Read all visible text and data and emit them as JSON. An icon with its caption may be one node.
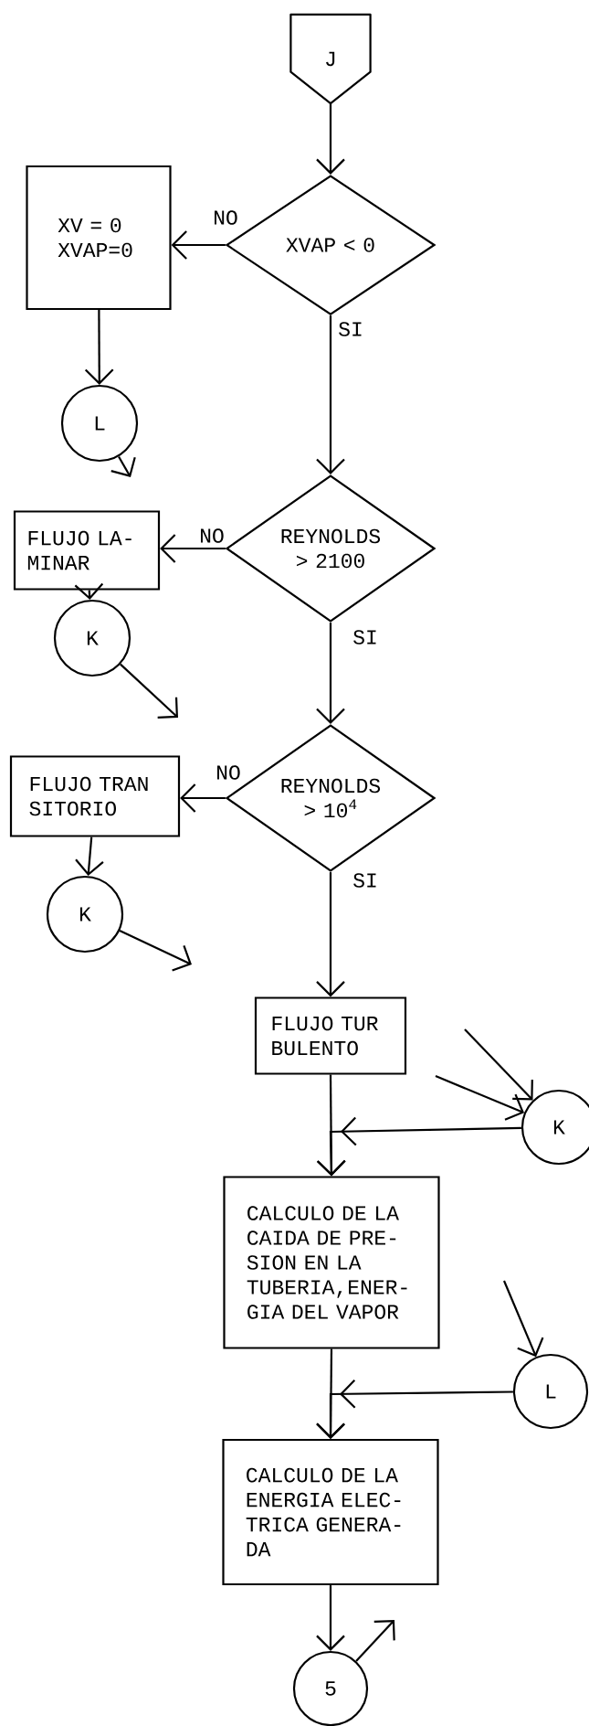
{
  "diagram": {
    "nodes": [
      {
        "text": [
          "J"
        ]
      },
      {
        "text": [
          "XVAP < 0"
        ]
      },
      {
        "text": [
          "XV = 0 XVAP=0"
        ]
      },
      {
        "text": [
          "L"
        ]
      },
      {
        "text": [
          "FLUJO LA- MINAR"
        ]
      },
      {
        "text": [
          "REYNOLDS > 2100"
        ]
      },
      {
        "text": [
          "K"
        ]
      },
      {
        "text": [
          "FLUJO TRAN SITORIO"
        ]
      },
      {
        "text": [
          "REYNOLDS > 10$^{4}$"
        ]
      },
      {
        "text": [
          "K"
        ]
      },
      {
        "text": [
          "FLUJO TUR BULENTO"
        ]
      },
      {
        "text": [
          "K"
        ]
      },
      {
        "text": [
          "CALCULO DE LA CAIDA DE PRE- SION EN LA TUBERIA,ENER- GIA DEL VAPOR"
        ]
      },
      {
        "text": [
          "L"
        ]
      },
      {
        "text": [
          "CALCULO DE LA ENERGIA ELEC- TRICA GENERA- DA"
        ]
      },
      {
        "text": [
          "5"
        ]
      }
    ],
    "edges": [
      {
        "from": 0,
        "to": 1,
        "arrow": "to"
      },
      {
        "from": 1,
        "to": 2,
        "arrow": "to",
        "label": "NO"
      },
      {
        "from": 1,
        "to": 5,
        "arrow": "to",
        "label": "SI"
      },
      {
        "from": 2,
        "to": 3,
        "arrow": "to"
      },
      {
        "from": 3,
        "to": null,
        "arrow": "to"
      },
      {
        "from": 5,
        "to": 4,
        "arrow": "to",
        "label": "NO"
      },
      {
        "from": 5,
        "to": 8,
        "arrow": "to",
        "label": "SI"
      },
      {
        "from": 4,
        "to": 6,
        "arrow": "to"
      },
      {
        "from": 6,
        "to": null,
        "arrow": "to"
      },
      {
        "from": 8,
        "to": 7,
        "arrow": "to",
        "label": "NO"
      },
      {
        "from": 8,
        "to": 10,
        "arrow": "to",
        "label": "SI"
      },
      {
        "from": 7,
        "to": 9,
        "arrow": "to"
      },
      {
        "from": 9,
        "to": null,
        "arrow": "to"
      },
      {
        "from": 10,
        "to": 12,
        "arrow": "to"
      },
      {
        "from": 11,
        "to": 12,
        "arrow": "to"
      },
      {
        "from": 12,
        "to": 14,
        "arrow": "to"
      },
      {
        "from": 13,
        "to": 14,
        "arrow": "to"
      },
      {
        "from": 14,
        "to": 15,
        "arrow": "to"
      },
      {
        "from": 15,
        "to": null,
        "arrow": "to"
      },
      {
        "from": null,
        "to": 11,
        "arrow": "to"
      },
      {
        "from": null,
        "to": 11,
        "arrow": "to"
      },
      {
        "from": null,
        "to": 13,
        "arrow": "to"
      }
    ]
  }
}
